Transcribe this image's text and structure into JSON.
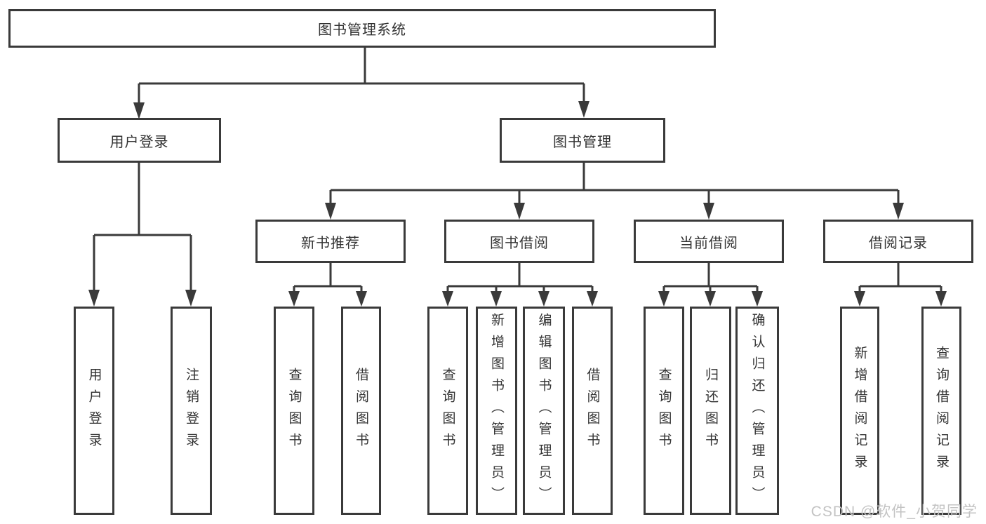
{
  "watermark": "CSDN @软件_小贺同学",
  "colors": {
    "line": "#3a3a3a",
    "box_border": "#3a3a3a",
    "text": "#333333",
    "watermark_text": "#c3c3c3",
    "background": "#ffffff"
  },
  "tree": {
    "root": "图书管理系统",
    "branches": [
      {
        "label": "用户登录",
        "children": [
          {
            "label": "用户登录"
          },
          {
            "label": "注销登录"
          }
        ]
      },
      {
        "label": "图书管理",
        "children": [
          {
            "label": "新书推荐",
            "children": [
              {
                "label": "查询图书"
              },
              {
                "label": "借阅图书"
              }
            ]
          },
          {
            "label": "图书借阅",
            "children": [
              {
                "label": "查询图书"
              },
              {
                "label": "新增图书（管理员）"
              },
              {
                "label": "编辑图书（管理员）"
              },
              {
                "label": "借阅图书"
              }
            ]
          },
          {
            "label": "当前借阅",
            "children": [
              {
                "label": "查询图书"
              },
              {
                "label": "归还图书"
              },
              {
                "label": "确认归还（管理员）"
              }
            ]
          },
          {
            "label": "借阅记录",
            "children": [
              {
                "label": "新增借阅记录"
              },
              {
                "label": "查询借阅记录"
              }
            ]
          }
        ]
      }
    ]
  }
}
